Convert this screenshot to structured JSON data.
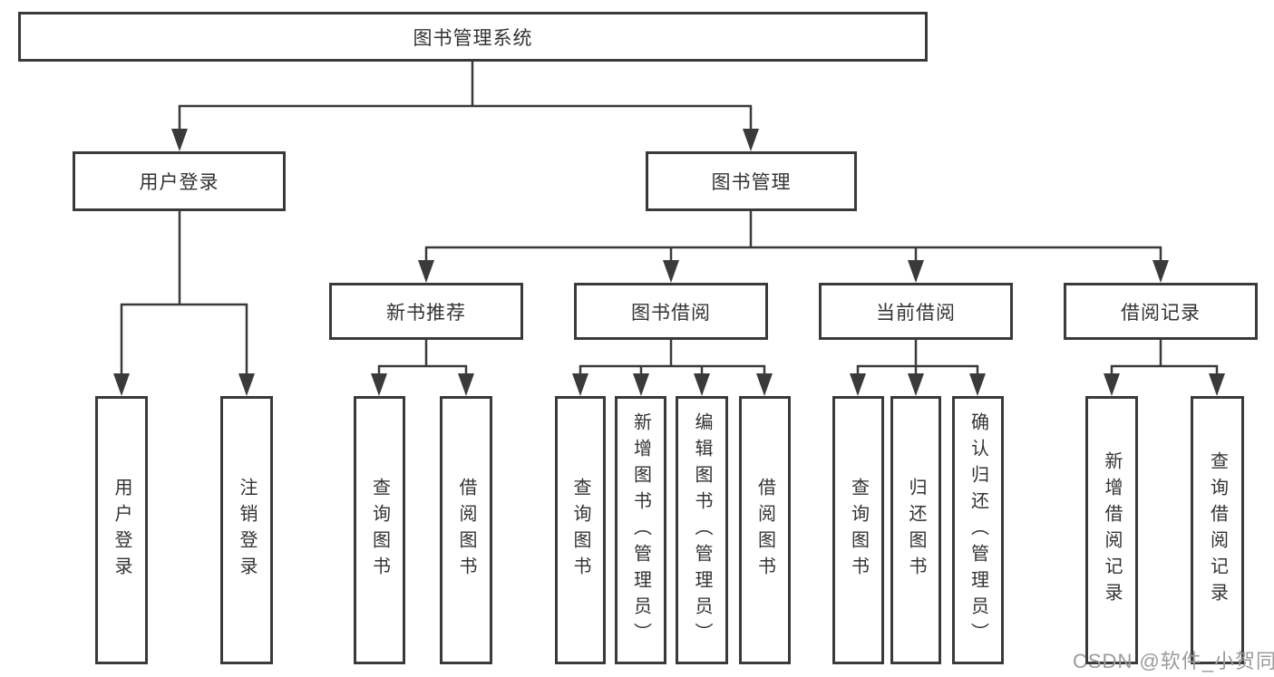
{
  "nodes": {
    "root": {
      "label": "图书管理系统"
    },
    "level2": [
      {
        "label": "用户登录"
      },
      {
        "label": "图书管理"
      }
    ],
    "level3": [
      {
        "label": "新书推荐"
      },
      {
        "label": "图书借阅"
      },
      {
        "label": "当前借阅"
      },
      {
        "label": "借阅记录"
      }
    ],
    "leaves": {
      "user_login": [
        {
          "label": "用户登录"
        },
        {
          "label": "注销登录"
        }
      ],
      "new_book": [
        {
          "label": "查询图书"
        },
        {
          "label": "借阅图书"
        }
      ],
      "book_borrow": [
        {
          "label": "查询图书"
        },
        {
          "label": "新增图书（管理员）"
        },
        {
          "label": "编辑图书（管理员）"
        },
        {
          "label": "借阅图书"
        }
      ],
      "current_borrow": [
        {
          "label": "查询图书"
        },
        {
          "label": "归还图书"
        },
        {
          "label": "确认归还（管理员）"
        }
      ],
      "borrow_record": [
        {
          "label": "新增借阅记录"
        },
        {
          "label": "查询借阅记录"
        }
      ]
    }
  },
  "watermark": {
    "text": "CSDN @软件_小贺同学"
  },
  "colors": {
    "line": "#3a3a3a",
    "box_border": "#3a3a3a",
    "text": "#333333",
    "background": "#ffffff",
    "watermark": "#9b9b9b"
  }
}
